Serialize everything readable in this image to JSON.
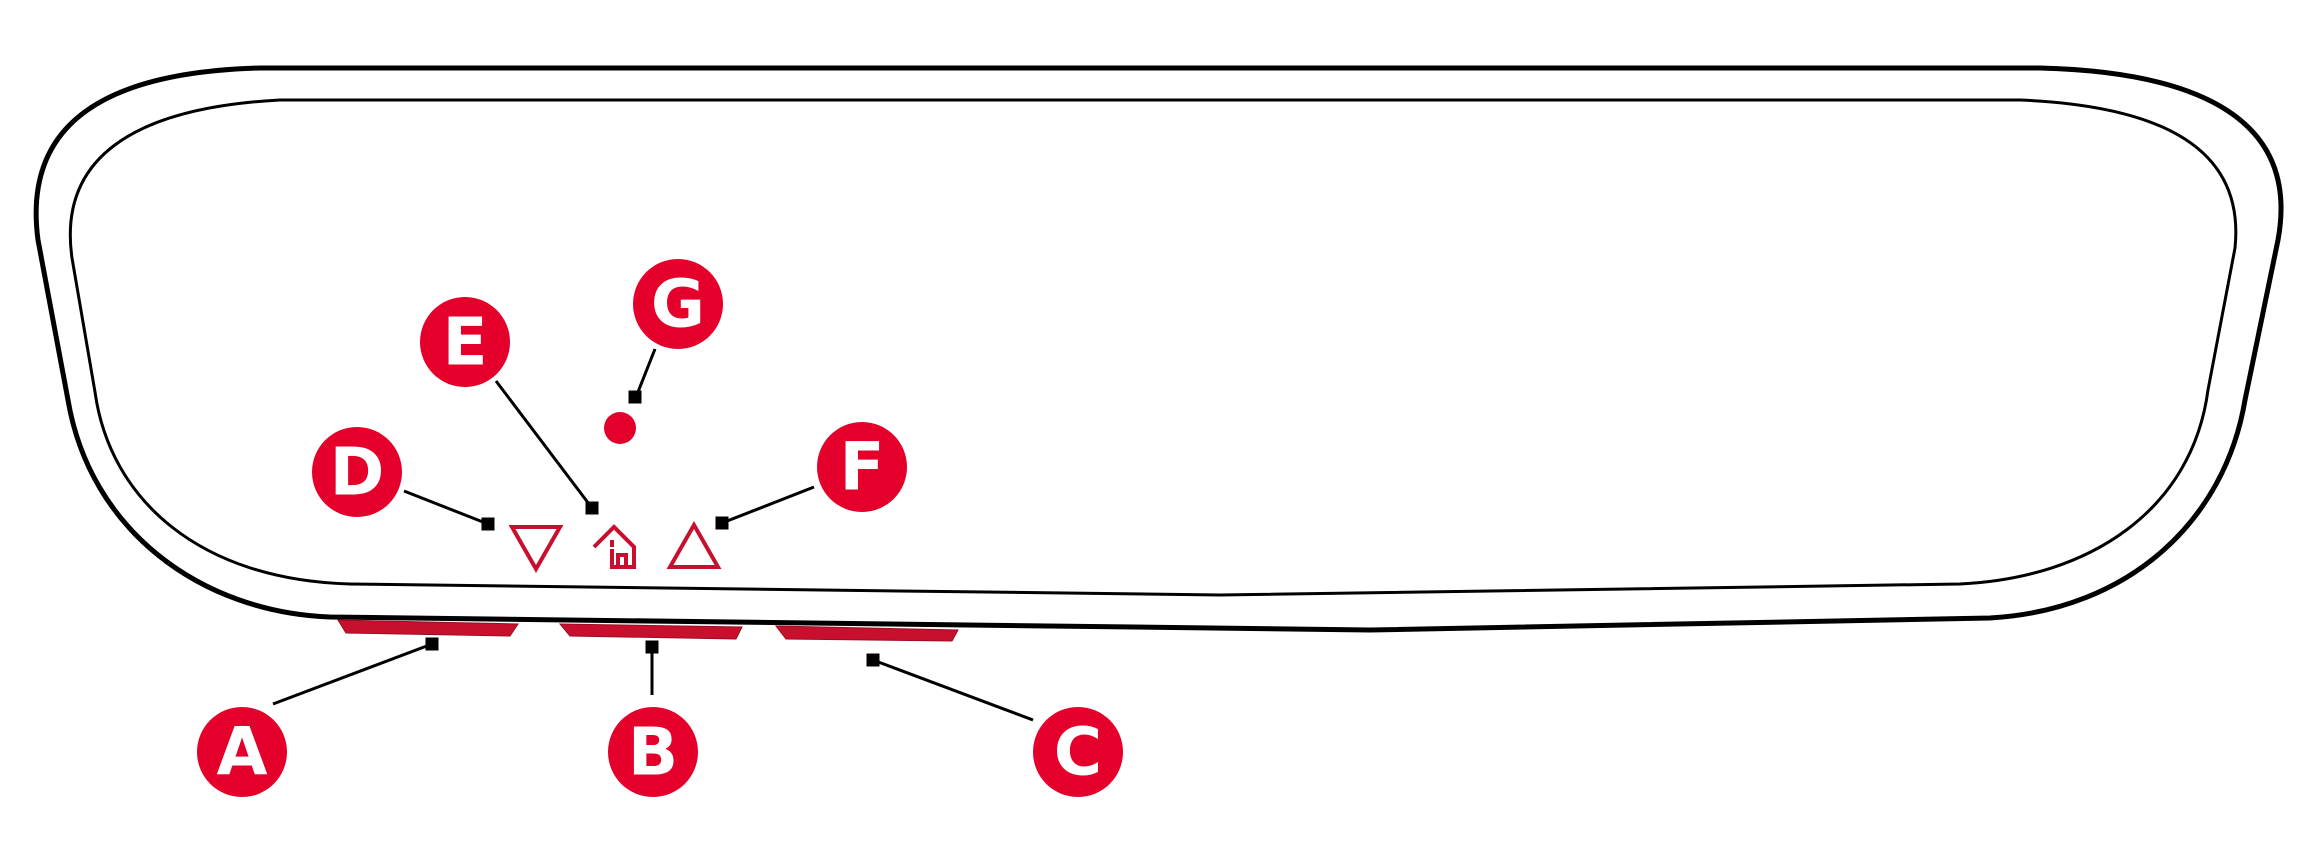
{
  "colors": {
    "accent": "#e4002b",
    "outline": "#000000",
    "button_fill": "#c8102e",
    "background": "#ffffff"
  },
  "icons": {
    "down_triangle": "triangle-down-icon",
    "home": "home-icon",
    "up_triangle": "triangle-up-icon",
    "indicator": "indicator-dot"
  },
  "callouts": [
    {
      "id": "A",
      "label": "A"
    },
    {
      "id": "B",
      "label": "B"
    },
    {
      "id": "C",
      "label": "C"
    },
    {
      "id": "D",
      "label": "D"
    },
    {
      "id": "E",
      "label": "E"
    },
    {
      "id": "F",
      "label": "F"
    },
    {
      "id": "G",
      "label": "G"
    }
  ]
}
